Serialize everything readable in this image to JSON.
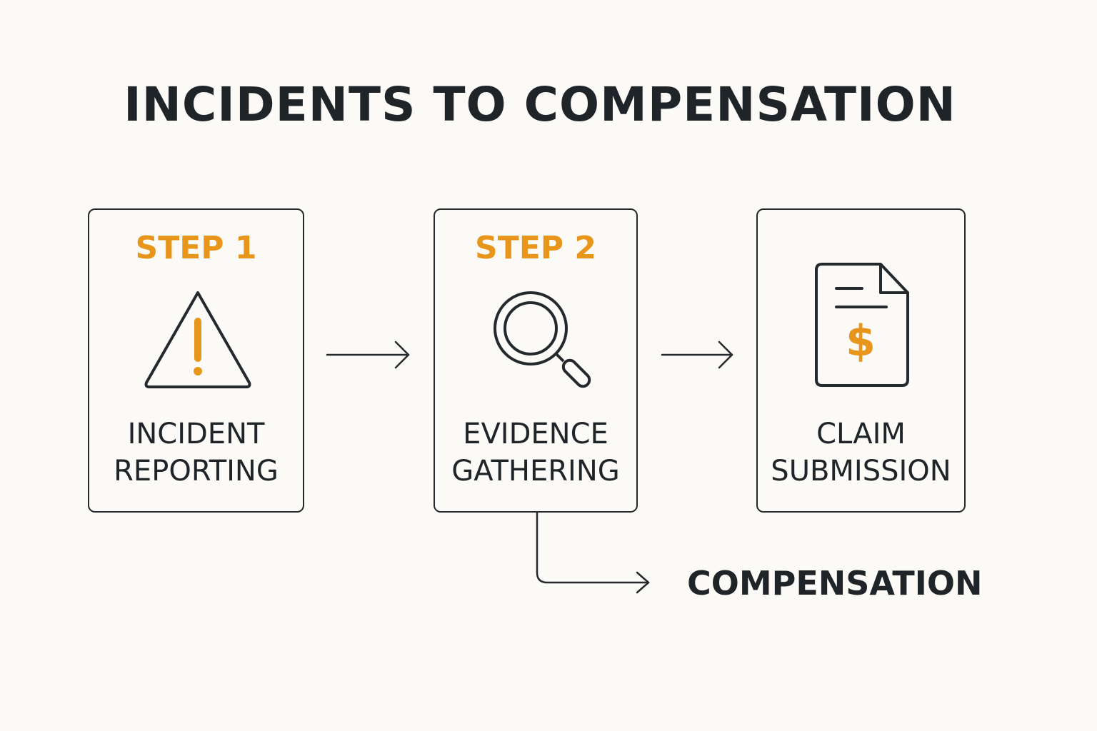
{
  "title": "INCIDENTS TO COMPENSATION",
  "steps": [
    {
      "step_label": "STEP 1",
      "label_line1": "INCIDENT",
      "label_line2": "REPORTING",
      "icon": "warning-icon"
    },
    {
      "step_label": "STEP 2",
      "label_line1": "EVIDENCE",
      "label_line2": "GATHERING",
      "icon": "magnifier-icon"
    },
    {
      "step_label": "",
      "label_line1": "CLAIM",
      "label_line2": "SUBMISSION",
      "icon": "invoice-dollar-icon"
    }
  ],
  "outcome_label": "COMPENSATION",
  "colors": {
    "accent": "#e8951c",
    "ink": "#1f2429",
    "background": "#fbfaf6"
  }
}
